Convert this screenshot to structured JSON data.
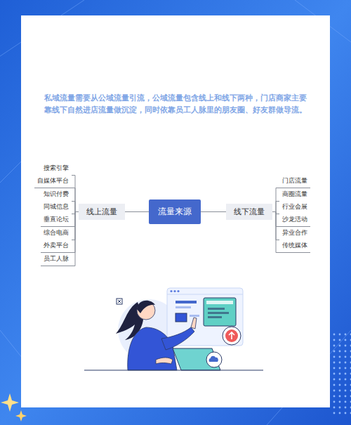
{
  "diagram": {
    "nodes": [
      {
        "text": [
          "流量来源"
        ]
      },
      {
        "text": [
          "线上流量"
        ]
      },
      {
        "text": [
          "线下流量"
        ]
      },
      {
        "text": [
          "搜索引擎"
        ]
      },
      {
        "text": [
          "自媒体平台"
        ]
      },
      {
        "text": [
          "知识付费"
        ]
      },
      {
        "text": [
          "同城信息"
        ]
      },
      {
        "text": [
          "垂直论坛"
        ]
      },
      {
        "text": [
          "综合电商"
        ]
      },
      {
        "text": [
          "外卖平台"
        ]
      },
      {
        "text": [
          "员工人脉"
        ]
      },
      {
        "text": [
          "门店流量"
        ]
      },
      {
        "text": [
          "商圈流量"
        ]
      },
      {
        "text": [
          "行业会展"
        ]
      },
      {
        "text": [
          "沙龙活动"
        ]
      },
      {
        "text": [
          "异业合作"
        ]
      },
      {
        "text": [
          "传统媒体"
        ]
      }
    ],
    "edges": [
      {
        "from": 0,
        "to": 1,
        "arrow": "none"
      },
      {
        "from": 0,
        "to": 2,
        "arrow": "none"
      },
      {
        "from": 1,
        "to": 3,
        "arrow": "none"
      },
      {
        "from": 1,
        "to": 4,
        "arrow": "none"
      },
      {
        "from": 1,
        "to": 5,
        "arrow": "none"
      },
      {
        "from": 1,
        "to": 6,
        "arrow": "none"
      },
      {
        "from": 1,
        "to": 7,
        "arrow": "none"
      },
      {
        "from": 1,
        "to": 8,
        "arrow": "none"
      },
      {
        "from": 1,
        "to": 9,
        "arrow": "none"
      },
      {
        "from": 1,
        "to": 10,
        "arrow": "none"
      },
      {
        "from": 2,
        "to": 11,
        "arrow": "none"
      },
      {
        "from": 2,
        "to": 12,
        "arrow": "none"
      },
      {
        "from": 2,
        "to": 13,
        "arrow": "none"
      },
      {
        "from": 2,
        "to": 14,
        "arrow": "none"
      },
      {
        "from": 2,
        "to": 15,
        "arrow": "none"
      },
      {
        "from": 2,
        "to": 16,
        "arrow": "none"
      }
    ],
    "labels": [
      "私域流量需要从公域流量引流，公域流量包含线上和线下两种，门店商家主要靠线下自然进店流量做沉淀，同时依靠员工人脉里的朋友圈、好友群做导流。"
    ]
  }
}
